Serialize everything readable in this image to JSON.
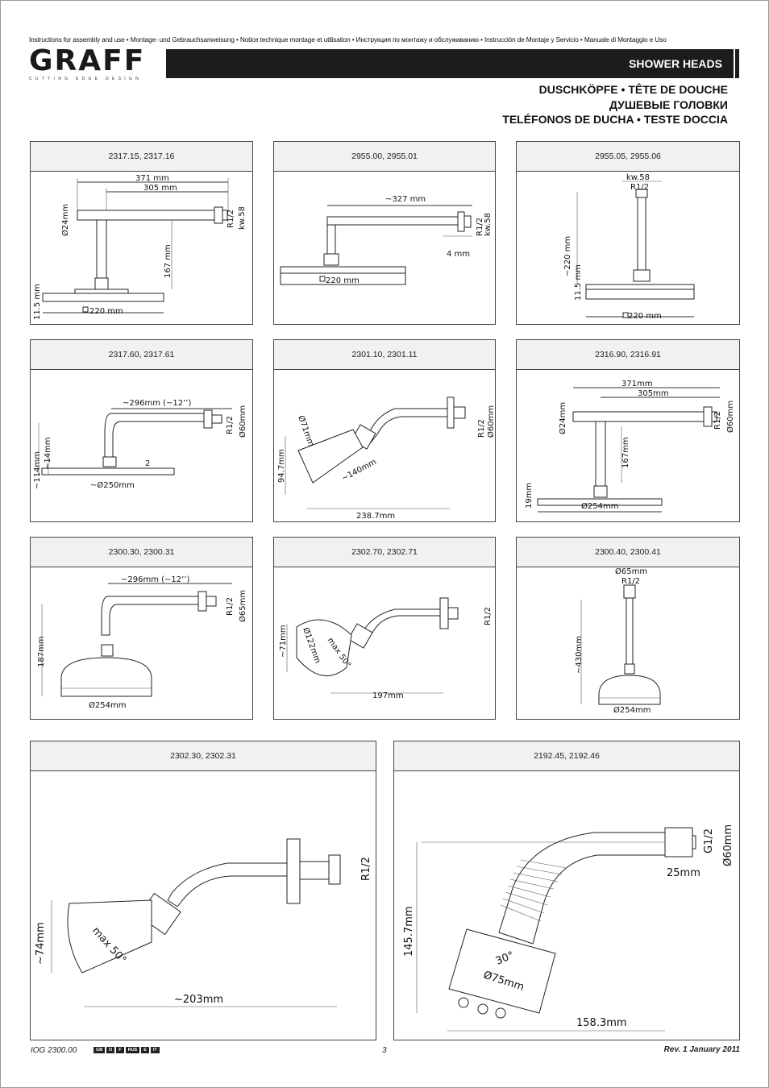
{
  "header": {
    "instructions_line": "Instructions for assembly and use • Montage- und Gebrauchsanweisung • Notice technique montage et utilisation • Инструкция по монтажу и обслуживанию • Instrucción de Montaje y Servicio • Manuale di Montaggio e Uso",
    "brand": "GRAFF",
    "brand_tagline": "CUTTING EDGE DESIGN",
    "title": "SHOWER HEADS",
    "subtitles": [
      "DUSCHKÖPFE • TÊTE DE DOUCHE",
      "ДУШЕВЫЕ ГОЛОВКИ",
      "TELÉFONOS DE DUCHA • TESTE DOCCIA"
    ]
  },
  "panels": [
    {
      "models": "2317.15, 2317.16",
      "dims": [
        "371 mm",
        "305 mm",
        "Ø24mm",
        "R1/2",
        "kw.58",
        "167 mm",
        "11.5 mm",
        "220 mm"
      ]
    },
    {
      "models": "2955.00, 2955.01",
      "dims": [
        "~327 mm",
        "R1/2",
        "kw.58",
        "4 mm",
        "220 mm"
      ]
    },
    {
      "models": "2955.05, 2955.06",
      "dims": [
        "kw.58",
        "R1/2",
        "~220 mm",
        "11.5 mm",
        "220 mm"
      ]
    },
    {
      "models": "2317.60, 2317.61",
      "dims": [
        "~296mm (~12’’)",
        "R1/2",
        "Ø60mm",
        "~114mm",
        "~14mm",
        "2",
        "~Ø250mm"
      ]
    },
    {
      "models": "2301.10, 2301.11",
      "dims": [
        "R1/2",
        "Ø60mm",
        "Ø71mm",
        "94.7mm",
        "~140mm",
        "238.7mm"
      ]
    },
    {
      "models": "2316.90, 2316.91",
      "dims": [
        "371mm",
        "305mm",
        "Ø24mm",
        "R1/2",
        "Ø60mm",
        "167mm",
        "19mm",
        "Ø254mm"
      ]
    },
    {
      "models": "2300.30, 2300.31",
      "dims": [
        "~296mm (~12’’)",
        "R1/2",
        "Ø65mm",
        "187mm",
        "Ø254mm"
      ]
    },
    {
      "models": "2302.70, 2302.71",
      "dims": [
        "R1/2",
        "~71mm",
        "Ø122mm",
        "max 50°",
        "197mm"
      ]
    },
    {
      "models": "2300.40, 2300.41",
      "dims": [
        "Ø65mm",
        "R1/2",
        "~430mm",
        "Ø254mm"
      ]
    },
    {
      "models": "2302.30, 2302.31",
      "dims": [
        "R1/2",
        "~74mm",
        "max 50°",
        "~203mm"
      ]
    },
    {
      "models": "2192.45, 2192.46",
      "dims": [
        "G1/2",
        "Ø60mm",
        "25mm",
        "145.7mm",
        "30°",
        "Ø75mm",
        "158.3mm"
      ]
    }
  ],
  "footer": {
    "doc_code": "IOG 2300.00",
    "languages": [
      "GB",
      "D",
      "F",
      "RUS",
      "E",
      "IT"
    ],
    "page_number": "3",
    "revision": "Rev. 1 January 2011"
  }
}
